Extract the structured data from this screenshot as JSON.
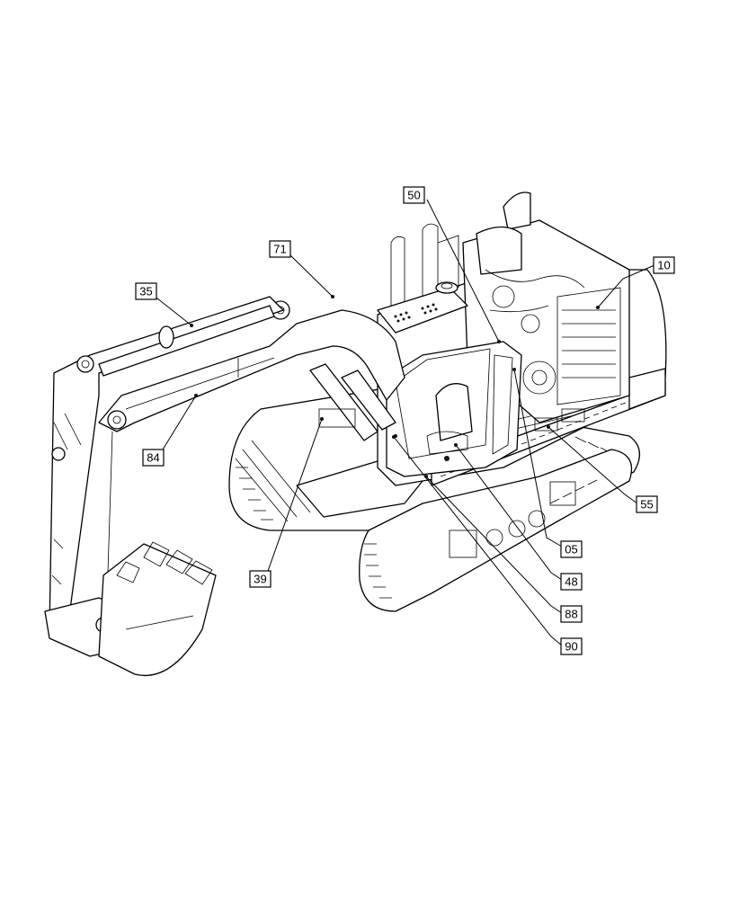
{
  "diagram": {
    "callouts": [
      {
        "id": "c50",
        "label": "50"
      },
      {
        "id": "c71",
        "label": "71"
      },
      {
        "id": "c10",
        "label": "10"
      },
      {
        "id": "c35",
        "label": "35"
      },
      {
        "id": "c84",
        "label": "84"
      },
      {
        "id": "c55",
        "label": "55"
      },
      {
        "id": "c39",
        "label": "39"
      },
      {
        "id": "c05",
        "label": "05"
      },
      {
        "id": "c48",
        "label": "48"
      },
      {
        "id": "c88",
        "label": "88"
      },
      {
        "id": "c90",
        "label": "90"
      }
    ]
  }
}
